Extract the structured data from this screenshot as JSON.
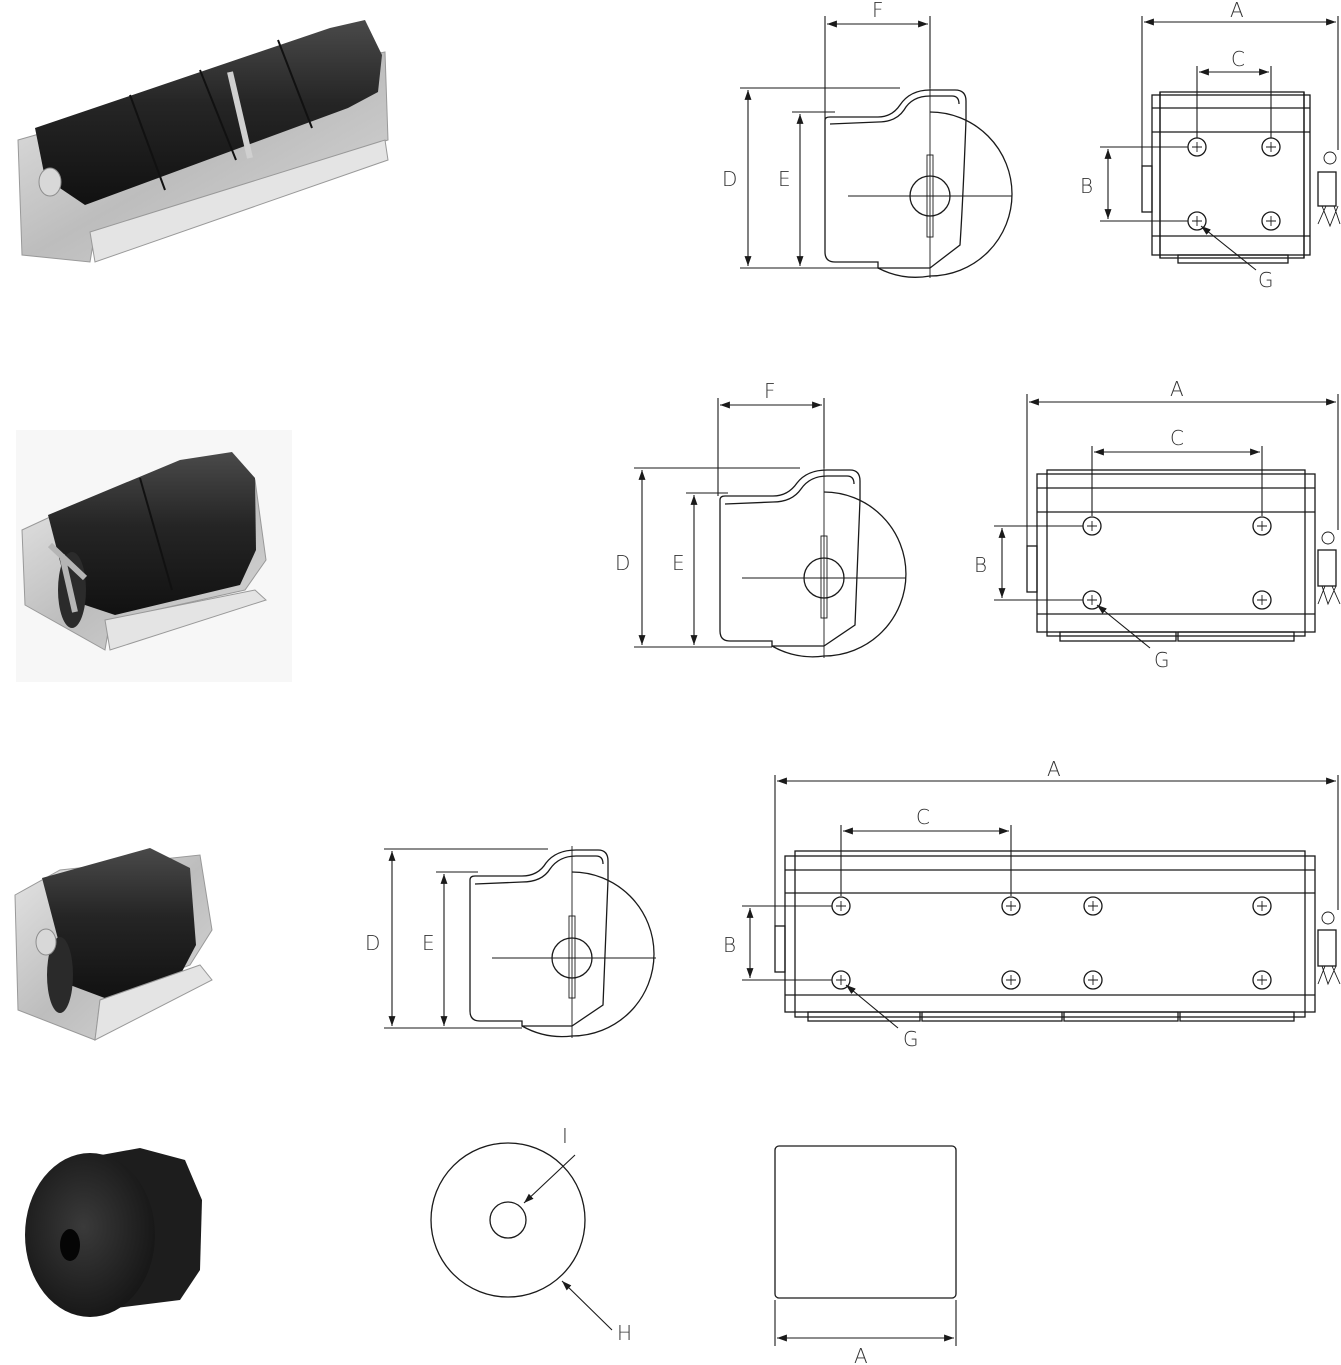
{
  "labels": {
    "A": "A",
    "B": "B",
    "C": "C",
    "D": "D",
    "E": "E",
    "F": "F",
    "G": "G",
    "H": "H",
    "I": "I"
  },
  "colors": {
    "rubber": "#2a2a2a",
    "steel": "#c9c9c9",
    "line": "#1a1a1a",
    "label": "#333333"
  }
}
